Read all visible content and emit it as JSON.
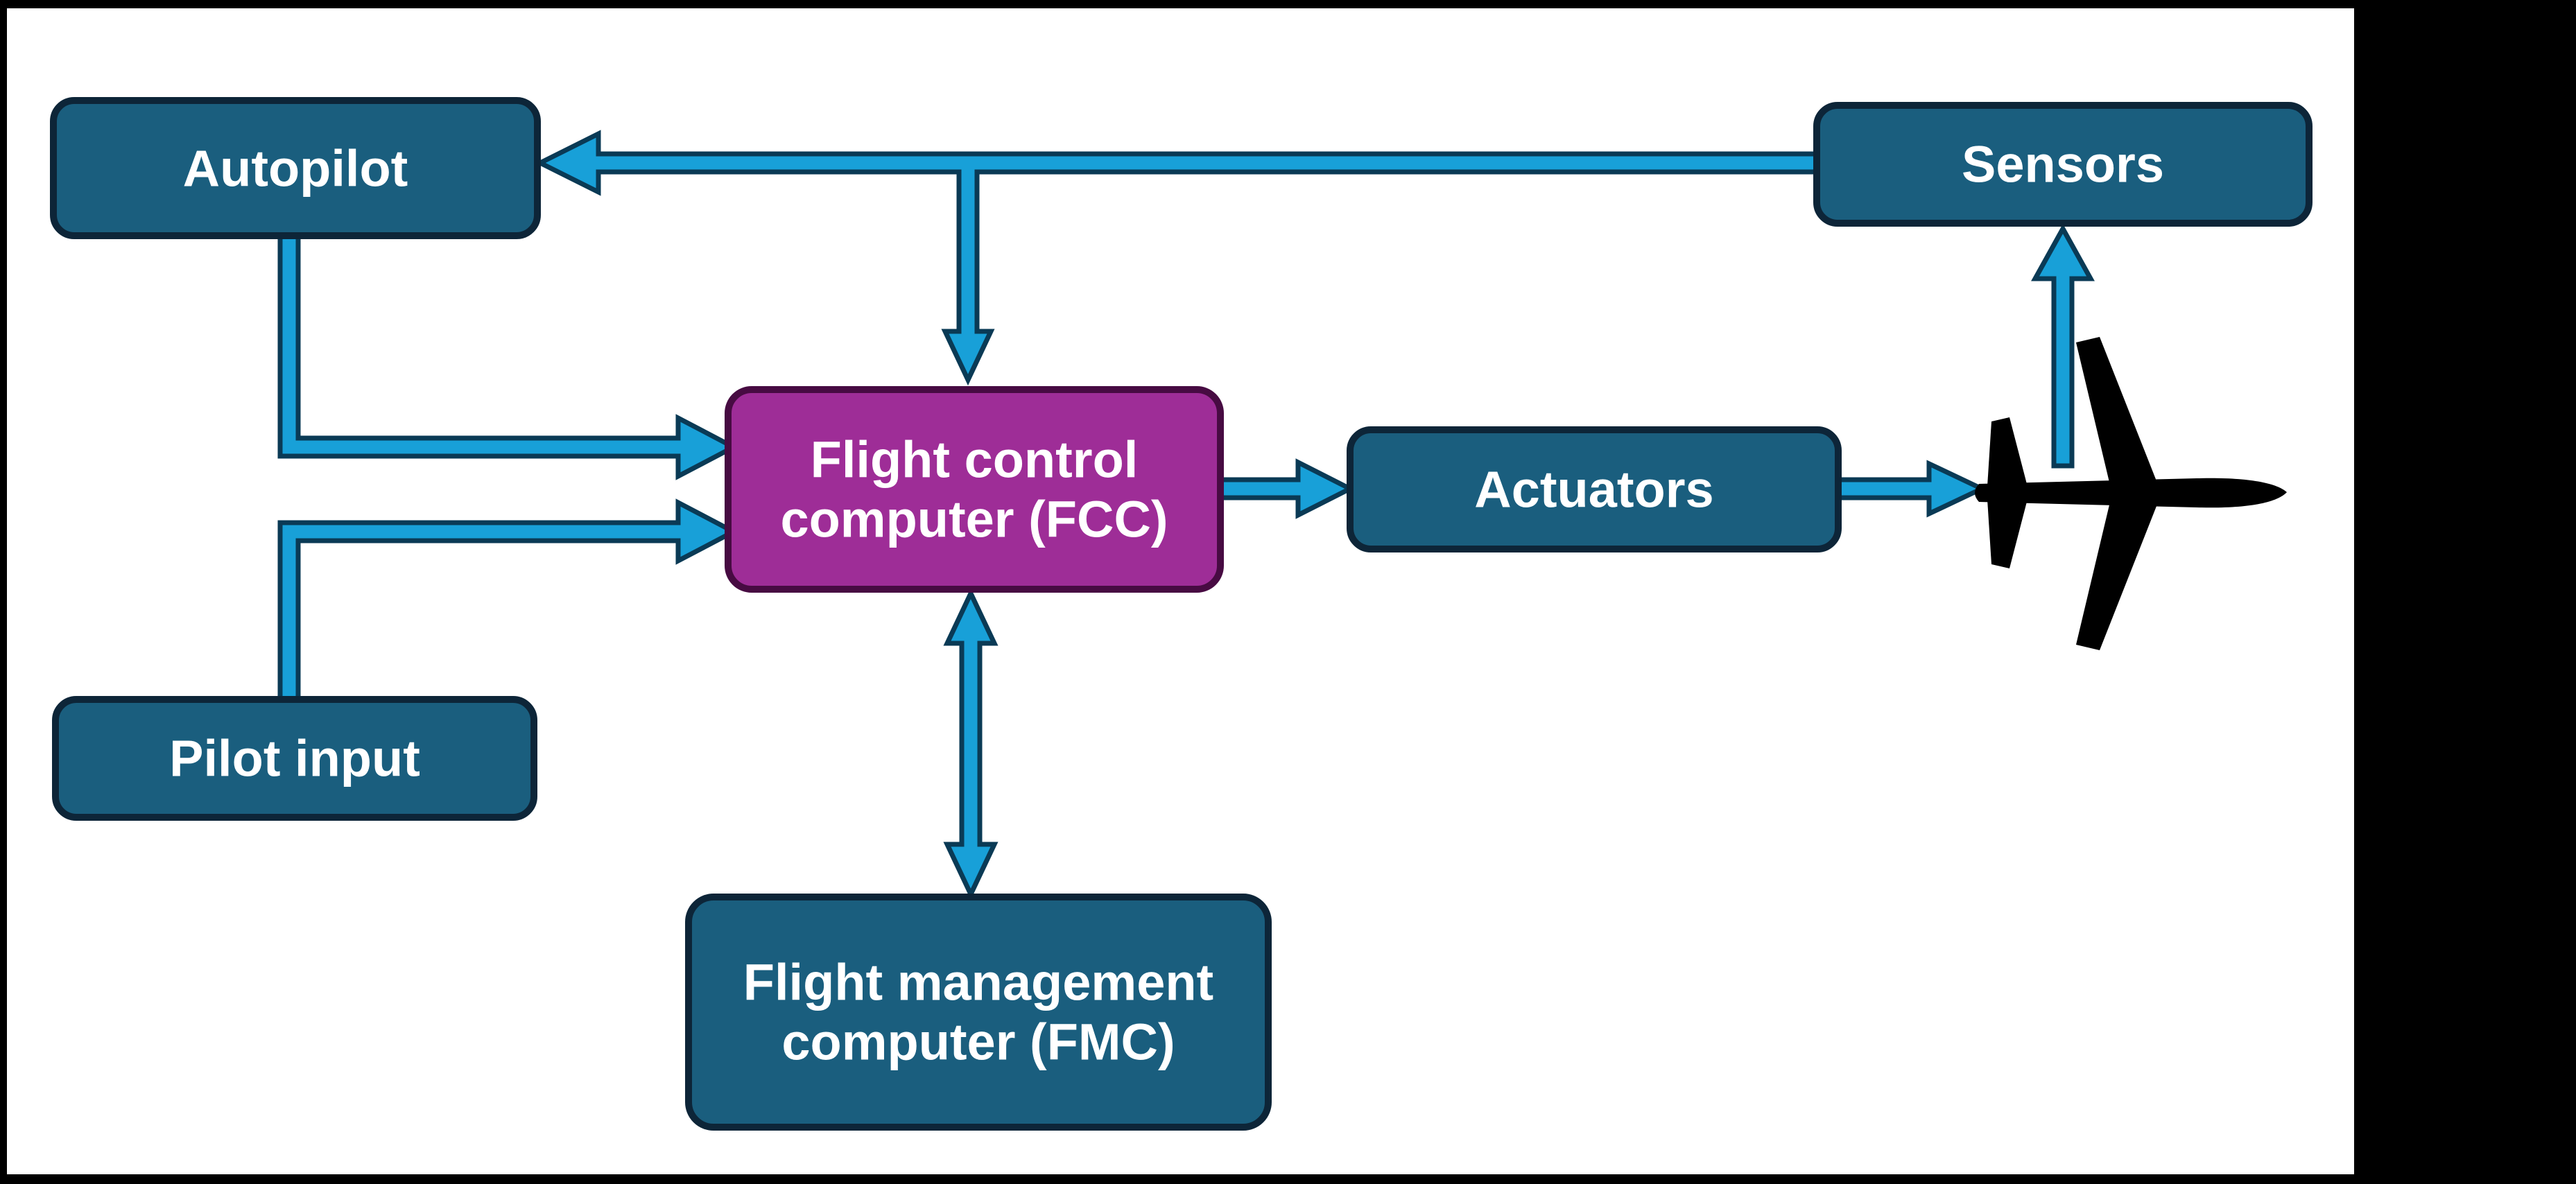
{
  "diagram": {
    "kind": "block-diagram",
    "subject": "flight control system",
    "nodes": {
      "autopilot": {
        "label": "Autopilot"
      },
      "sensors": {
        "label": "Sensors"
      },
      "fcc": {
        "line1": "Flight control",
        "line2": "computer (FCC)"
      },
      "actuators": {
        "label": "Actuators"
      },
      "pilot_input": {
        "label": "Pilot input"
      },
      "fmc": {
        "line1": "Flight management",
        "line2": "computer (FMC)"
      }
    },
    "icons": {
      "airplane": "airplane-icon"
    },
    "connections": [
      {
        "from": "Sensors",
        "to": "Autopilot",
        "type": "one-way"
      },
      {
        "from": "Sensors",
        "to": "Flight control computer (FCC)",
        "type": "one-way",
        "note": "branch of Sensors-to-Autopilot line"
      },
      {
        "from": "Autopilot",
        "to": "Flight control computer (FCC)",
        "type": "one-way"
      },
      {
        "from": "Pilot input",
        "to": "Flight control computer (FCC)",
        "type": "one-way"
      },
      {
        "from": "Flight control computer (FCC)",
        "to": "Actuators",
        "type": "one-way"
      },
      {
        "from": "Actuators",
        "to": "Aircraft",
        "type": "one-way"
      },
      {
        "from": "Aircraft",
        "to": "Sensors",
        "type": "one-way"
      },
      {
        "from": "Flight control computer (FCC)",
        "to": "Flight management computer (FMC)",
        "type": "two-way"
      }
    ],
    "colors": {
      "background": "#ffffff",
      "frame": "#000000",
      "node_fill": "#1a5e7e",
      "node_stroke": "#0d2538",
      "fcc_fill": "#9e2d97",
      "fcc_stroke": "#470b42",
      "arrow_fill": "#18a0d8",
      "arrow_stroke": "#0a3a55",
      "label_text": "#ffffff",
      "airplane": "#000000"
    }
  }
}
